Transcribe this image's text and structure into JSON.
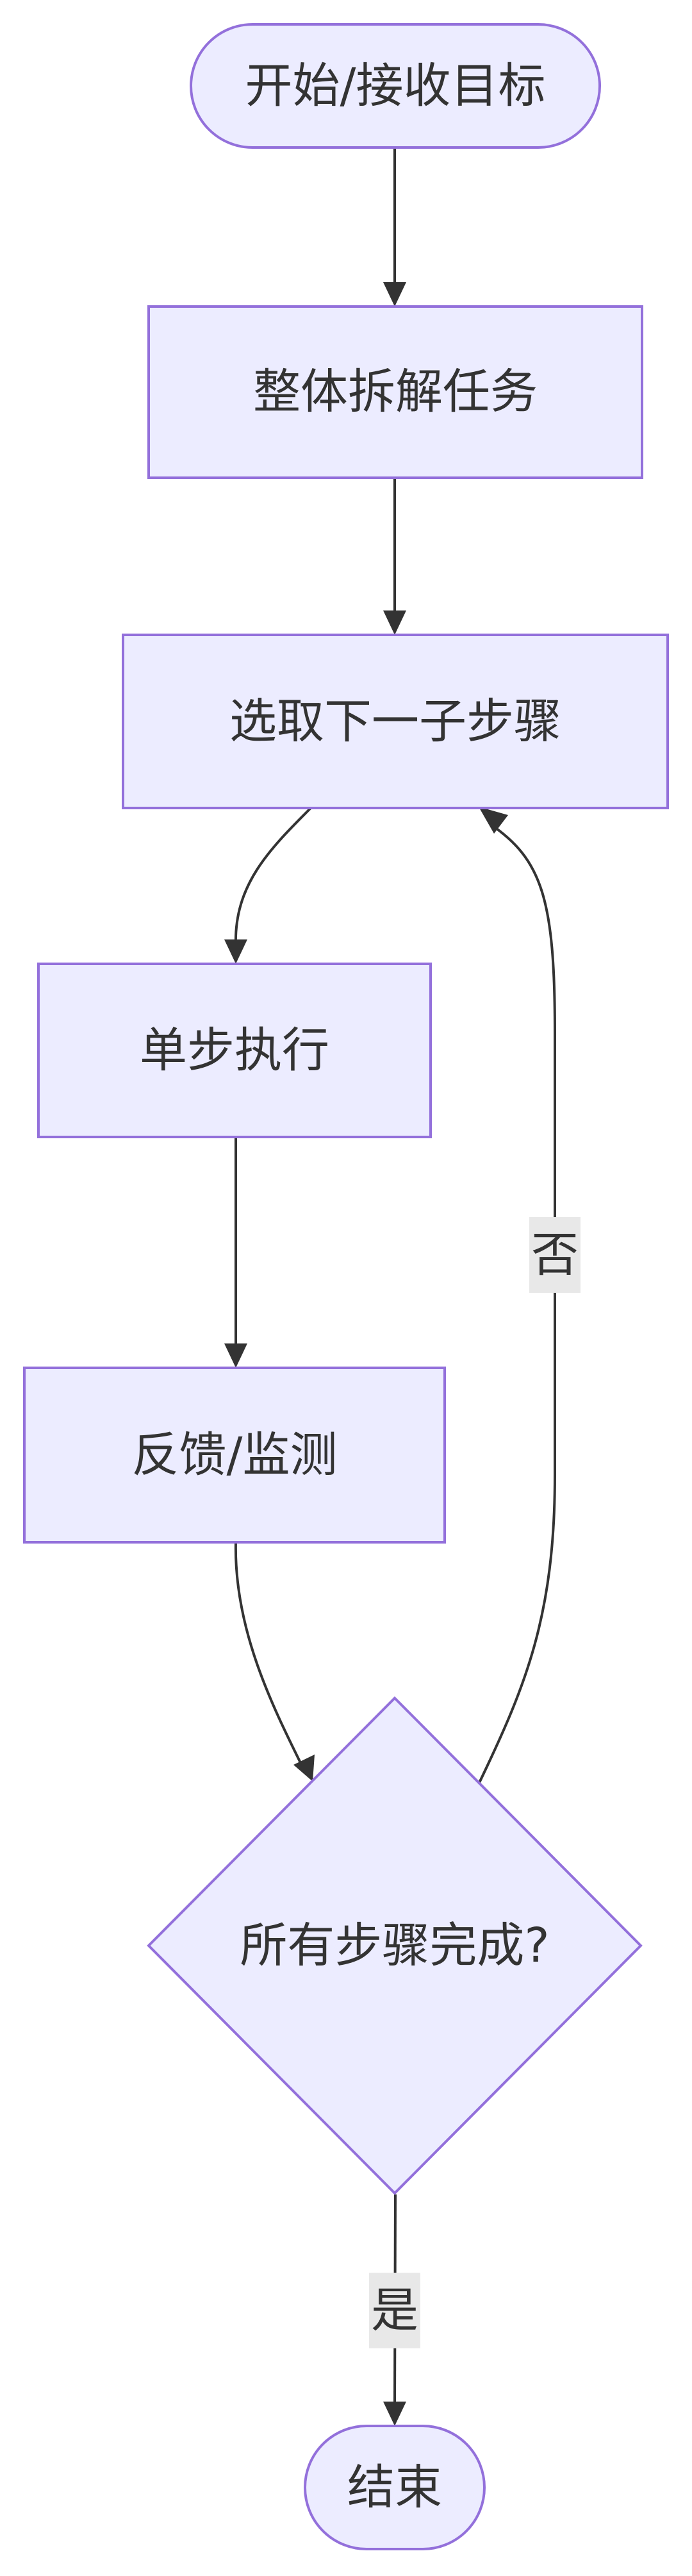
{
  "nodes": {
    "start": "开始/接收目标",
    "decompose": "整体拆解任务",
    "select_step": "选取下一子步骤",
    "execute": "单步执行",
    "feedback": "反馈/监测",
    "decision": "所有步骤完成?",
    "end": "结束"
  },
  "edges": {
    "no_label": "否",
    "yes_label": "是"
  },
  "colors": {
    "node_fill": "#ECECFF",
    "node_stroke": "#9370DB",
    "edge": "#333333",
    "label_bg": "#e8e8e8"
  }
}
